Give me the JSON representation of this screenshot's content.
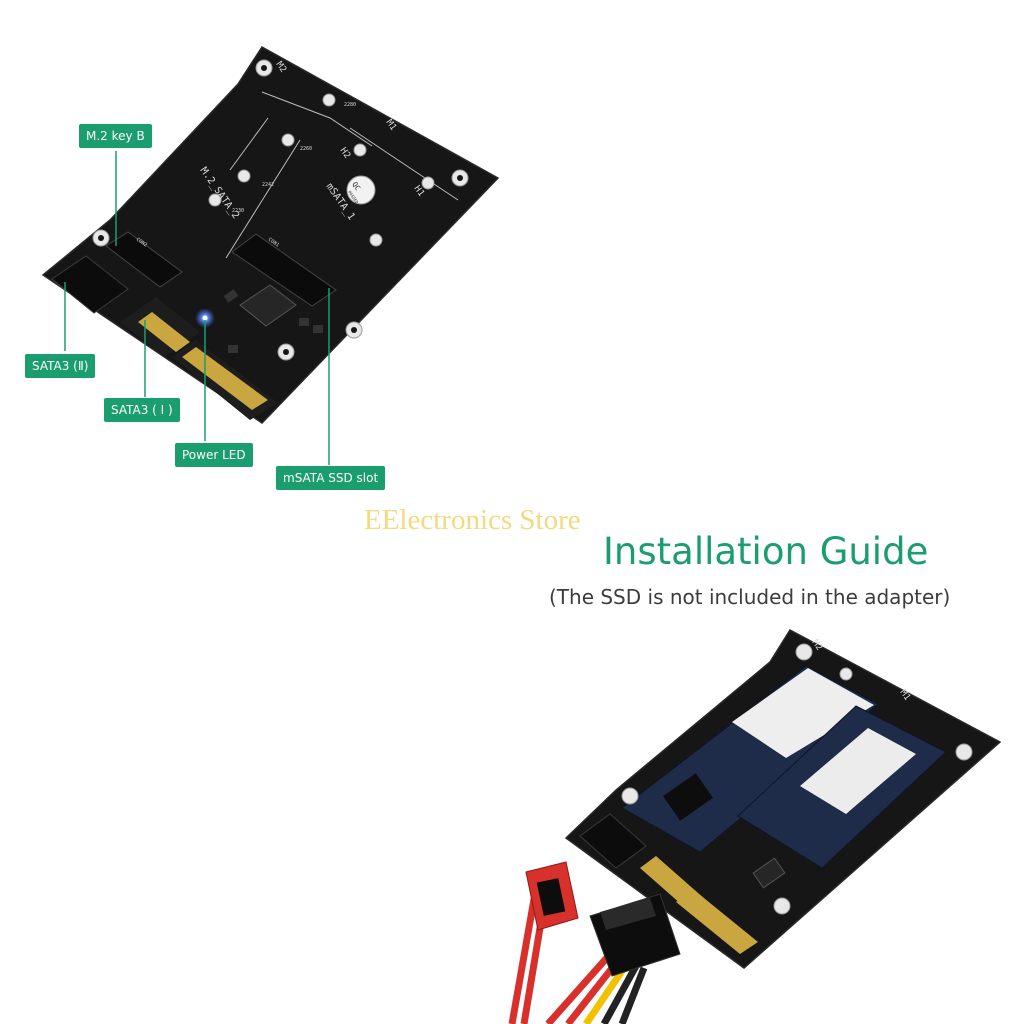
{
  "callouts": {
    "m2_key_b": "M.2 key B",
    "sata3_ii": "SATA3 (Ⅱ)",
    "sata3_i": "SATA3 ( I )",
    "power_led": "Power LED",
    "msata_slot": "mSATA SSD slot"
  },
  "watermark": "EElectronics Store",
  "guide": {
    "title": "Installation Guide",
    "subtitle": "(The SSD is not included in the adapter)"
  },
  "board_marks": {
    "m2": "M2",
    "m1": "M1",
    "h2": "H2",
    "h1": "H1",
    "m2_sata": "M.2_SATA_2",
    "msata": "mSATA_1",
    "qc": "QC",
    "passed": "PASSED",
    "con2": "CON2",
    "con1": "CON1",
    "len_2280": "2280",
    "len_2260": "2260",
    "len_2242": "2242",
    "len_2230": "2230"
  },
  "colors": {
    "accent": "#1a9e6e",
    "pcb": "#141414",
    "led": "#2f6bff"
  }
}
